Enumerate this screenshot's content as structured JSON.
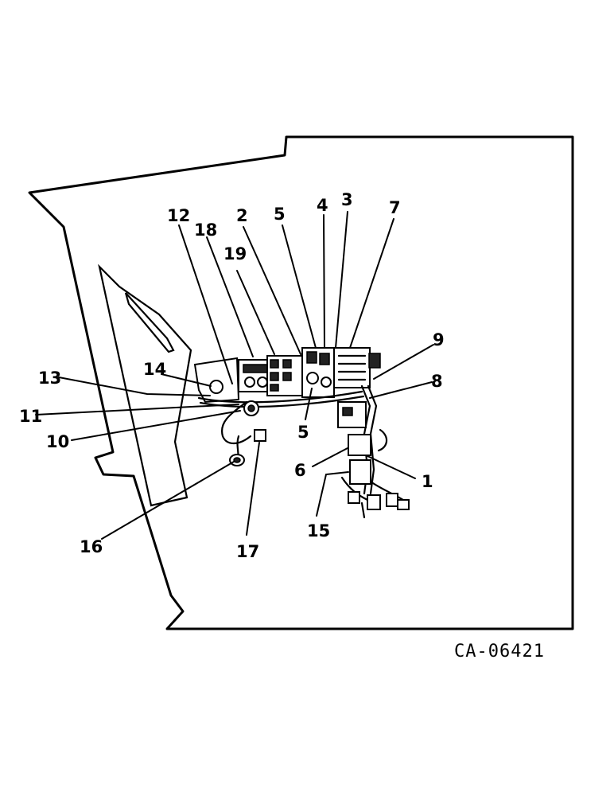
{
  "figure_id": "CA-06421",
  "callouts": {
    "c1": "1",
    "c2": "2",
    "c3": "3",
    "c4": "4",
    "c5a": "5",
    "c5b": "5",
    "c6": "6",
    "c7": "7",
    "c8": "8",
    "c9": "9",
    "c10": "10",
    "c11": "11",
    "c12": "12",
    "c13": "13",
    "c14": "14",
    "c15": "15",
    "c16": "16",
    "c17": "17",
    "c18": "18",
    "c19": "19"
  }
}
